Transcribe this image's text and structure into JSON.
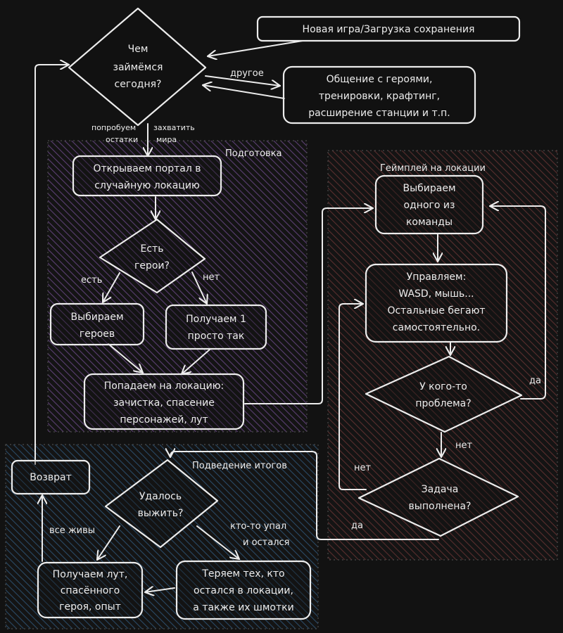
{
  "diagram": {
    "language": "ru",
    "colors": {
      "background": "#121212",
      "stroke": "#ececec",
      "region_preparation": "#5b3f73",
      "region_gameplay": "#5a2e2e",
      "region_summary": "#2a4a66"
    },
    "regions": {
      "preparation": {
        "title": "Подготовка"
      },
      "gameplay": {
        "title": "Геймплей на локации"
      },
      "summary": {
        "title": "Подведение итогов"
      }
    },
    "nodes": {
      "start": {
        "lines": [
          "Новая игра/Загрузка сохранения"
        ]
      },
      "what_today": {
        "lines": [
          "Чем",
          "займёмся",
          "сегодня?"
        ]
      },
      "other_activities": {
        "lines": [
          "Общение с героями,",
          "тренировки, крафтинг,",
          "расширение станции и т.п."
        ]
      },
      "open_portal": {
        "lines": [
          "Открываем портал в",
          "случайную локацию"
        ]
      },
      "have_heroes": {
        "lines": [
          "Есть",
          "герои?"
        ]
      },
      "choose_heroes": {
        "lines": [
          "Выбираем",
          "героев"
        ]
      },
      "get_one": {
        "lines": [
          "Получаем 1",
          "просто так"
        ]
      },
      "arrive": {
        "lines": [
          "Попадаем на локацию:",
          "зачистка, спасение",
          "персонажей, лут"
        ]
      },
      "choose_one": {
        "lines": [
          "Выбираем",
          "одного из",
          "команды"
        ]
      },
      "control": {
        "lines": [
          "Управляем:",
          "WASD, мышь...",
          "Остальные бегают",
          "самостоятельно."
        ]
      },
      "problem": {
        "lines": [
          "У кого-то",
          "проблема?"
        ]
      },
      "task_done": {
        "lines": [
          "Задача",
          "выполнена?"
        ]
      },
      "survived": {
        "lines": [
          "Удалось",
          "выжить?"
        ]
      },
      "return": {
        "lines": [
          "Возврат"
        ]
      },
      "get_loot": {
        "lines": [
          "Получаем лут,",
          "спасённого",
          "героя, опыт"
        ]
      },
      "lose": {
        "lines": [
          "Теряем тех, кто",
          "остался в локации,",
          "а также их шмотки"
        ]
      }
    },
    "edge_labels": {
      "other": "другое",
      "try_capture_left": [
        "попробуем",
        "остатки"
      ],
      "try_capture_right": [
        "захватить",
        "мира"
      ],
      "yes_heroes": "есть",
      "no_heroes": "нет",
      "problem_yes": "да",
      "problem_no": "нет",
      "task_no": "нет",
      "task_yes": "да",
      "all_alive": "все живы",
      "someone_fell": [
        "кто-то упал",
        "и остался"
      ]
    }
  }
}
